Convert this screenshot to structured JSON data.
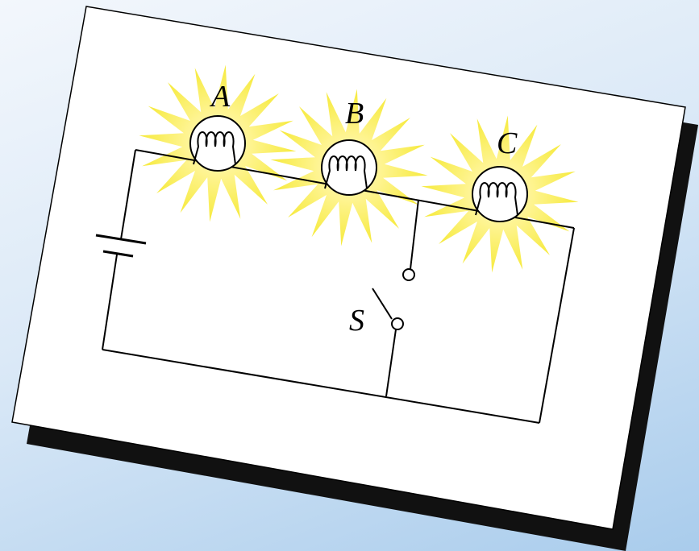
{
  "diagram": {
    "bulbs": [
      {
        "label": "A"
      },
      {
        "label": "B"
      },
      {
        "label": "C"
      }
    ],
    "switch_label": "S",
    "colors": {
      "glow_outer": "#f6ea3c",
      "glow_inner": "#fffbd0",
      "card": "#ffffff",
      "card_shadow": "#111111",
      "wire": "#000000"
    }
  }
}
